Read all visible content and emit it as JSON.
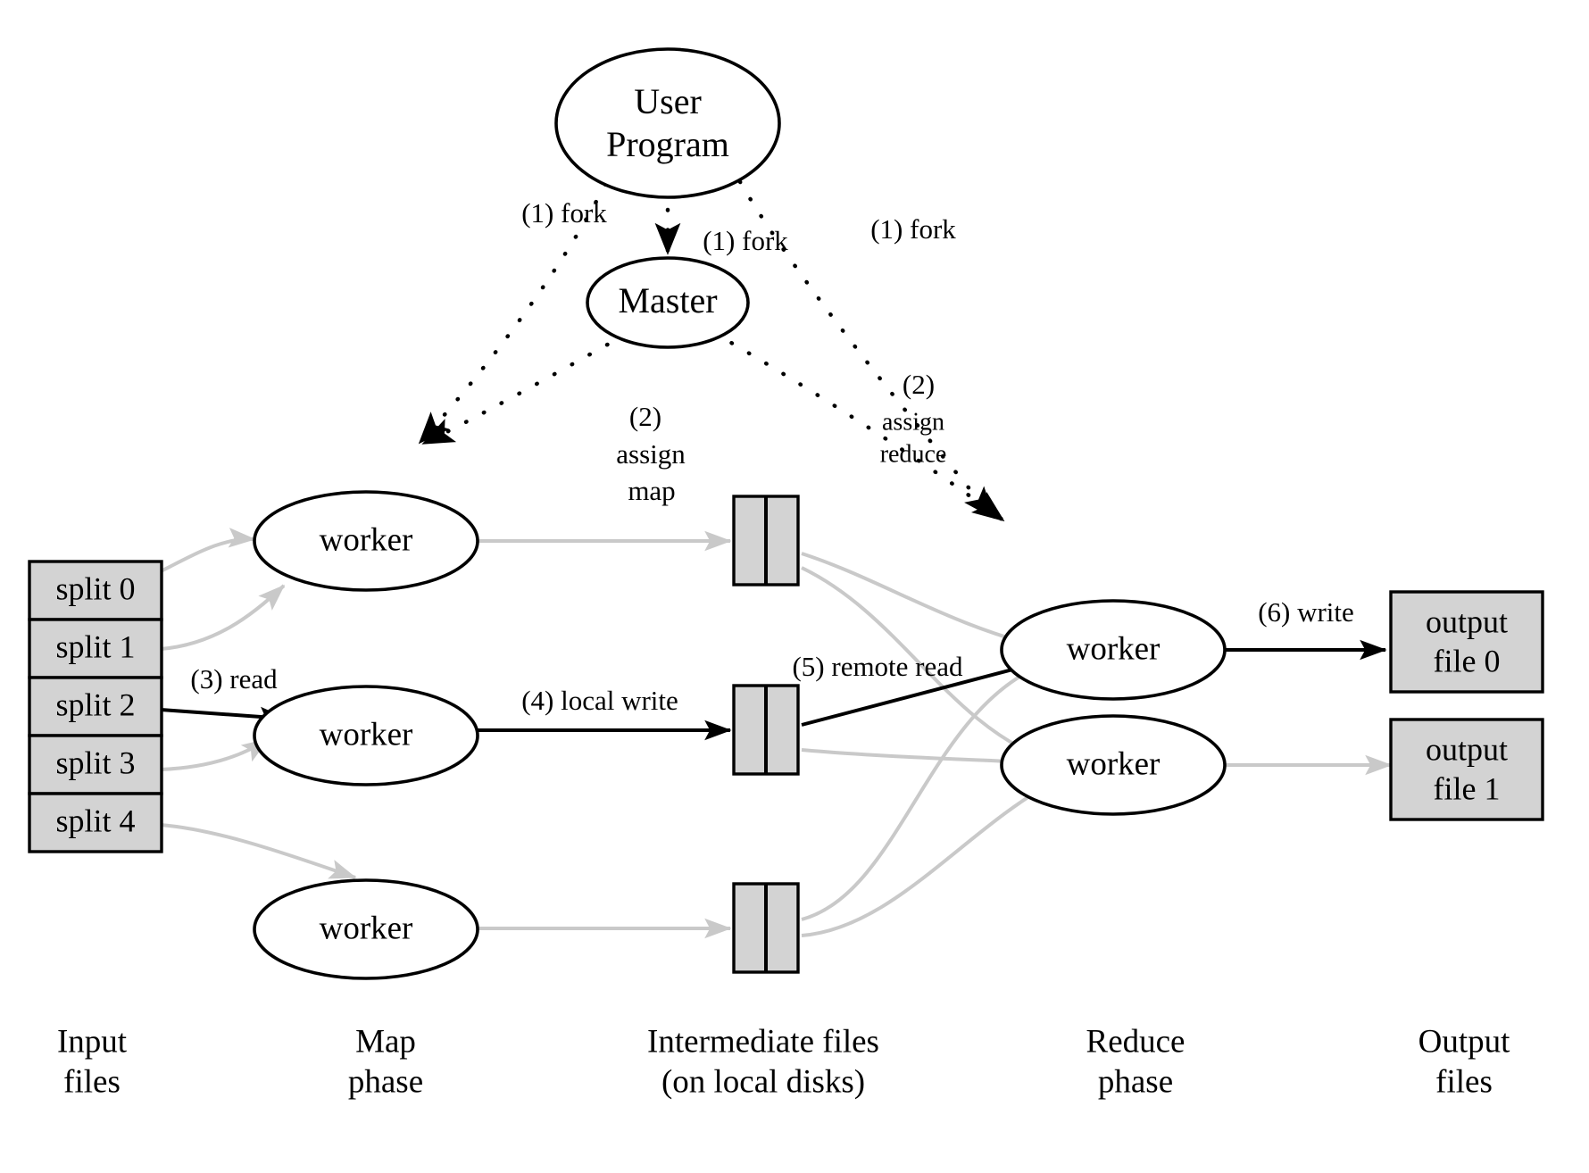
{
  "figure": {
    "title": "MapReduce Execution Overview",
    "colors": {
      "box_fill": "#d3d3d3",
      "node_fill": "#ffffff",
      "stroke": "#000000",
      "faded_edge": "#c9c9c9",
      "background": "#ffffff"
    }
  },
  "nodes": {
    "user_program": "User\nProgram",
    "user_program_line1": "User",
    "user_program_line2": "Program",
    "master": "Master",
    "map_workers": [
      {
        "label": "worker"
      },
      {
        "label": "worker"
      },
      {
        "label": "worker"
      }
    ],
    "reduce_workers": [
      {
        "label": "worker"
      },
      {
        "label": "worker"
      }
    ]
  },
  "input_files": {
    "splits": [
      {
        "label": "split 0"
      },
      {
        "label": "split 1"
      },
      {
        "label": "split 2"
      },
      {
        "label": "split 3"
      },
      {
        "label": "split 4"
      }
    ]
  },
  "intermediate_files": {
    "count": 3,
    "panes_per_box": 2
  },
  "output_files": [
    {
      "line1": "output",
      "line2": "file 0"
    },
    {
      "line1": "output",
      "line2": "file 1"
    }
  ],
  "edge_labels": {
    "fork_left": "(1) fork",
    "fork_center": "(1) fork",
    "fork_right": "(1) fork",
    "assign_map_l1": "(2)",
    "assign_map_l2": "assign",
    "assign_map_l3": "map",
    "assign_reduce_l1": "(2)",
    "assign_reduce_l2": "assign",
    "assign_reduce_l3": "reduce",
    "read": "(3) read",
    "local_write": "(4) local write",
    "remote_read": "(5) remote read",
    "write": "(6) write"
  },
  "phase_labels": [
    {
      "line1": "Input",
      "line2": "files"
    },
    {
      "line1": "Map",
      "line2": "phase"
    },
    {
      "line1": "Intermediate files",
      "line2": "(on local disks)"
    },
    {
      "line1": "Reduce",
      "line2": "phase"
    },
    {
      "line1": "Output",
      "line2": "files"
    }
  ]
}
